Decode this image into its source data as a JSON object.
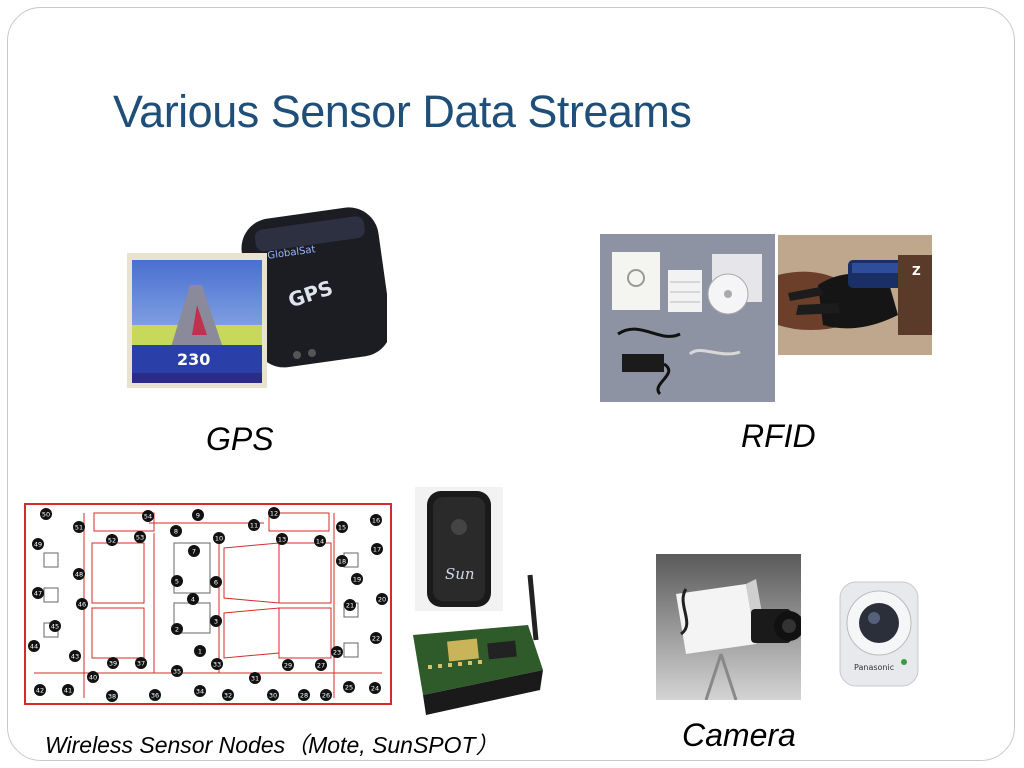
{
  "slide": {
    "title": "Various Sensor Data Streams"
  },
  "captions": {
    "gps": "GPS",
    "rfid": "RFID",
    "wsn": "Wireless Sensor Nodes（Mote, SunSPOT）",
    "camera": "Camera"
  },
  "gps_device": {
    "brand": "GlobalSat",
    "label": "GPS",
    "speed": "230"
  },
  "sunspot": {
    "logo": "Sun"
  },
  "camera_brand": "Panasonic",
  "floor_plan_nodes": [
    "50",
    "51",
    "52",
    "53",
    "54",
    "9",
    "8",
    "7",
    "10",
    "12",
    "11",
    "13",
    "14",
    "15",
    "16",
    "17",
    "18",
    "19",
    "20",
    "21",
    "22",
    "23",
    "49",
    "48",
    "47",
    "46",
    "45",
    "44",
    "43",
    "39",
    "40",
    "41",
    "42",
    "38",
    "37",
    "36",
    "35",
    "34",
    "33",
    "32",
    "31",
    "30",
    "29",
    "28",
    "27",
    "26",
    "25",
    "24",
    "6",
    "5",
    "4",
    "3",
    "2",
    "1"
  ],
  "colors": {
    "title": "#1f4e79",
    "floor_plan": "#d42a2a",
    "frame": "#c8c8c8"
  }
}
